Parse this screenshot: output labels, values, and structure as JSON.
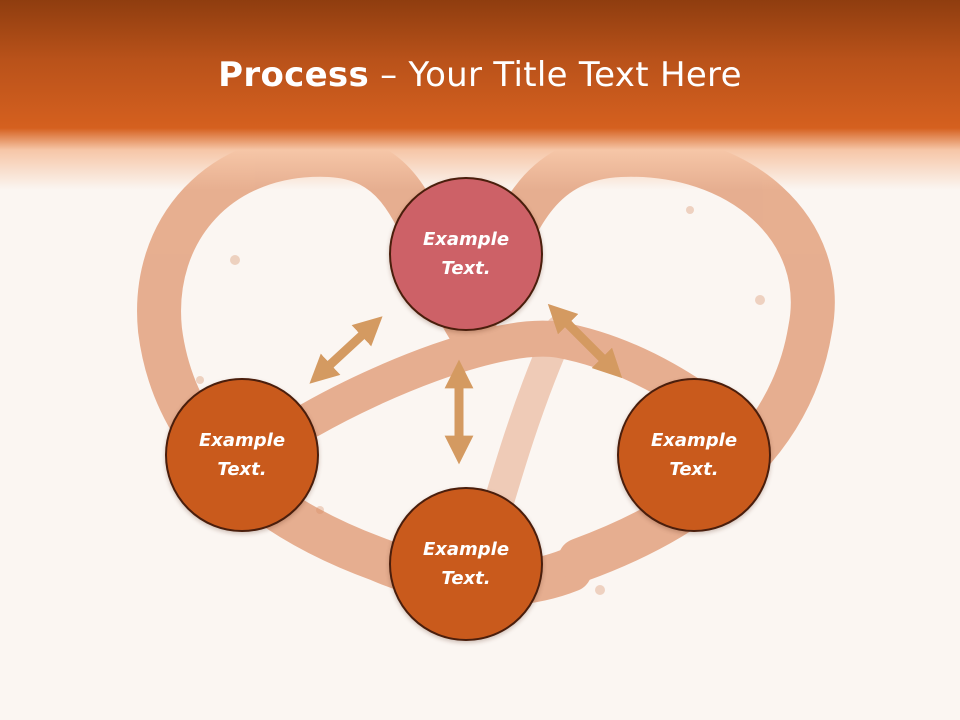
{
  "title": {
    "bold": "Process",
    "rest": " – Your Title Text Here"
  },
  "nodes": {
    "top": "Example Text.",
    "left": "Example Text.",
    "right": "Example Text.",
    "bottom": "Example Text."
  },
  "colors": {
    "accent": "#d15a1d",
    "top_node": "#cd6167",
    "side_nodes": "#c95a1c",
    "arrows": "#d49a61",
    "pretzel": "#e2a07c"
  },
  "icons": {
    "background": "pretzel-illustration",
    "connectors": "double-headed-arrow"
  }
}
